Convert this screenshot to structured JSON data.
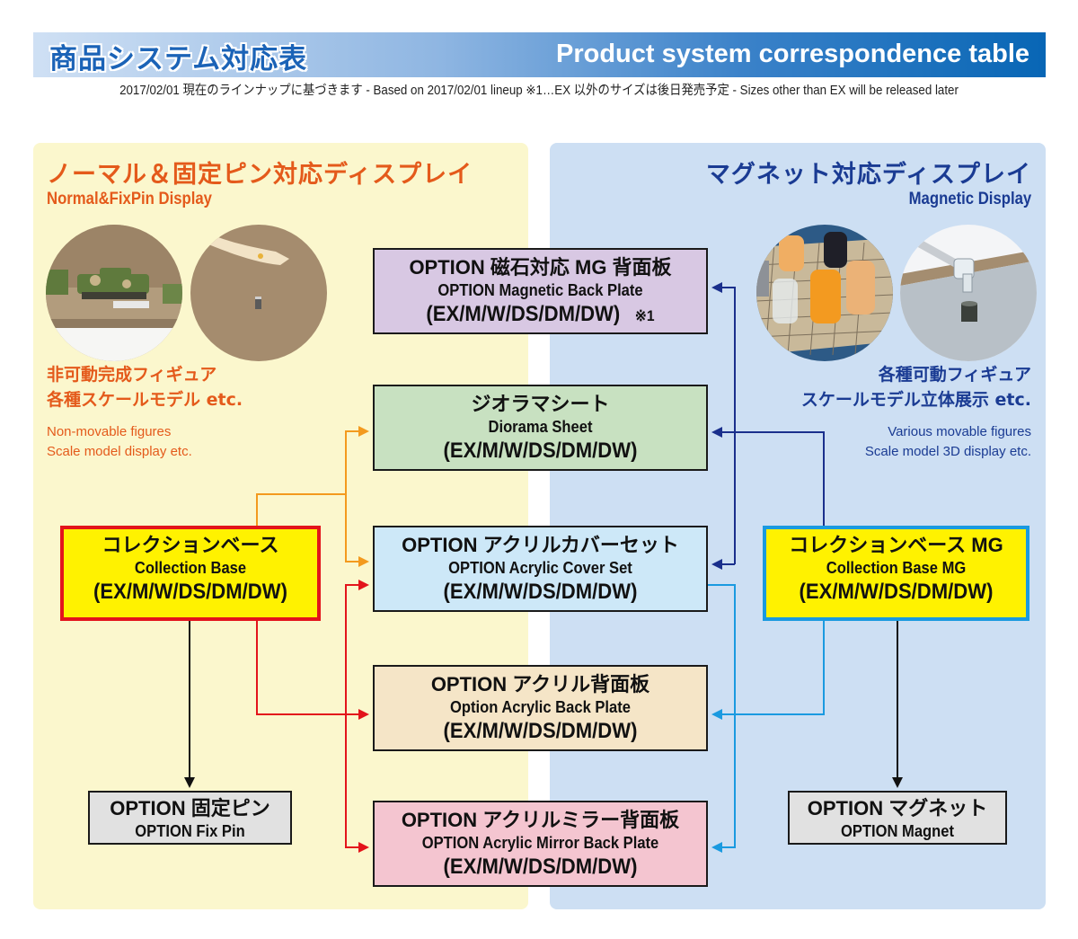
{
  "header": {
    "title_jp": "商品システム対応表",
    "title_en": "Product system correspondence table",
    "note": "2017/02/01 現在のラインナップに基づきます  - Based on 2017/02/01 lineup  ※1…EX 以外のサイズは後日発売予定  - Sizes other than EX will be released later"
  },
  "left_panel": {
    "title_jp": "ノーマル＆固定ピン対応ディスプレイ",
    "title_en": "Normal&FixPin Display",
    "photos": [
      "tank-models-photo",
      "figure-fix-pin-photo"
    ],
    "desc_jp": [
      "非可動完成フィギュア",
      "各種スケールモデル etc."
    ],
    "desc_en": [
      "Non-movable figures",
      "Scale model display etc."
    ],
    "color": "#e45a1b",
    "background": "#fbf7cd"
  },
  "right_panel": {
    "title_jp": "マグネット対応ディスプレイ",
    "title_en": "Magnetic Display",
    "photos": [
      "movable-figures-photo",
      "magnet-joint-photo"
    ],
    "desc_jp": [
      "各種可動フィギュア",
      "スケールモデル立体展示 etc."
    ],
    "desc_en": [
      "Various movable figures",
      "Scale model 3D display etc."
    ],
    "color": "#1a3b93",
    "background": "#cddff3"
  },
  "sources": {
    "collection_base": {
      "jp": "コレクションベース",
      "en": "Collection Base",
      "sizes": "(EX/M/W/DS/DM/DW)",
      "fill": "#fff200",
      "border": "#e3141b"
    },
    "collection_base_mg": {
      "jp": "コレクションベース MG",
      "en": "Collection Base MG",
      "sizes": "(EX/M/W/DS/DM/DW)",
      "fill": "#fff200",
      "border": "#1a9ae0"
    }
  },
  "options": [
    {
      "id": "magnetic-back-plate",
      "jp": "OPTION 磁石対応 MG 背面板",
      "en": "OPTION Magnetic Back Plate",
      "sizes": "(EX/M/W/DS/DM/DW)",
      "note": "※1",
      "fill": "#d8c8e3"
    },
    {
      "id": "diorama-sheet",
      "jp": "ジオラマシート",
      "en": "Diorama Sheet",
      "sizes": "(EX/M/W/DS/DM/DW)",
      "fill": "#c8e1c1"
    },
    {
      "id": "acrylic-cover-set",
      "jp": "OPTION アクリルカバーセット",
      "en": "OPTION Acrylic Cover Set",
      "sizes": "(EX/M/W/DS/DM/DW)",
      "fill": "#cde8f8"
    },
    {
      "id": "acrylic-back-plate",
      "jp": "OPTION アクリル背面板",
      "en": "Option Acrylic Back Plate",
      "sizes": "(EX/M/W/DS/DM/DW)",
      "fill": "#f5e5c7"
    },
    {
      "id": "acrylic-mirror-back-plate",
      "jp": "OPTION アクリルミラー背面板",
      "en": "OPTION Acrylic Mirror Back Plate",
      "sizes": "(EX/M/W/DS/DM/DW)",
      "fill": "#f4c5d0"
    }
  ],
  "extras": {
    "fix_pin": {
      "jp": "OPTION 固定ピン",
      "en": "OPTION Fix Pin"
    },
    "magnet": {
      "jp": "OPTION マグネット",
      "en": "OPTION Magnet"
    }
  },
  "connections": [
    {
      "from": "collection_base",
      "to": "diorama-sheet",
      "color": "#f39a1e"
    },
    {
      "from": "collection_base",
      "to": "acrylic-cover-set",
      "color": "#f39a1e"
    },
    {
      "from": "collection_base",
      "to": "acrylic-cover-set",
      "color": "#e3141b"
    },
    {
      "from": "collection_base",
      "to": "acrylic-back-plate",
      "color": "#e3141b"
    },
    {
      "from": "collection_base",
      "to": "acrylic-mirror-back-plate",
      "color": "#e3141b"
    },
    {
      "from": "collection_base",
      "to": "fix_pin",
      "color": "#111111"
    },
    {
      "from": "collection_base_mg",
      "to": "magnetic-back-plate",
      "color": "#1a2f8c"
    },
    {
      "from": "collection_base_mg",
      "to": "diorama-sheet",
      "color": "#1a2f8c"
    },
    {
      "from": "collection_base_mg",
      "to": "acrylic-cover-set",
      "color": "#1a2f8c"
    },
    {
      "from": "collection_base_mg",
      "to": "acrylic-back-plate",
      "color": "#1a9ae0"
    },
    {
      "from": "collection_base_mg",
      "to": "acrylic-mirror-back-plate",
      "color": "#1a9ae0"
    },
    {
      "from": "collection_base_mg",
      "to": "magnet",
      "color": "#111111"
    }
  ]
}
